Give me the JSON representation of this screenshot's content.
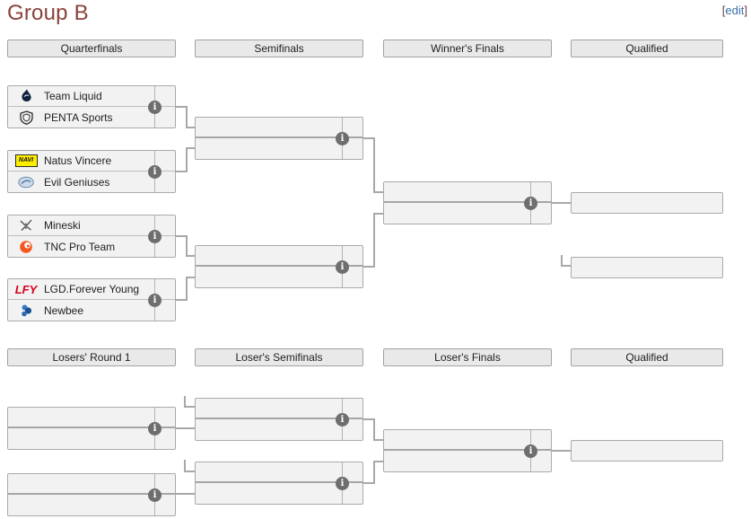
{
  "page": {
    "title": "Group B",
    "edit_open": "[",
    "edit_link": "edit",
    "edit_close": "]"
  },
  "upper": {
    "headers": [
      "Quarterfinals",
      "Semifinals",
      "Winner's Finals",
      "Qualified"
    ]
  },
  "lower": {
    "headers": [
      "Losers' Round 1",
      "Loser's Semifinals",
      "Loser's Finals",
      "Qualified"
    ]
  },
  "matches": {
    "qf1": {
      "top": "Team Liquid",
      "bottom": "PENTA Sports"
    },
    "qf2": {
      "top": "Natus Vincere",
      "bottom": "Evil Geniuses"
    },
    "qf3": {
      "top": "Mineski",
      "bottom": "TNC Pro Team"
    },
    "qf4": {
      "top": "LGD.Forever Young",
      "bottom": "Newbee"
    }
  },
  "info_icon": {
    "glyph": "i"
  },
  "logos": {
    "navi_text": "NAVI",
    "lfy_text": "LFY"
  },
  "colors": {
    "heading": "#8a423b",
    "edit_link_blue": "#3a6ea5",
    "box_bg": "#f2f2f2",
    "box_border": "#aaaaaa",
    "header_bg": "#e9e9e9",
    "connector": "#a8a8a8",
    "info_icon_bg": "#6e6e6e",
    "liquid_navy": "#10223f",
    "penta_dark": "#2f2f2f",
    "navi_yellow": "#ffee00",
    "eg_blue": "#cdd9e8",
    "mineski_gray": "#4a4a4a",
    "tnc_orange": "#f4571f",
    "lfy_red": "#d6001c",
    "newbee_blue": "#1d4f93"
  }
}
